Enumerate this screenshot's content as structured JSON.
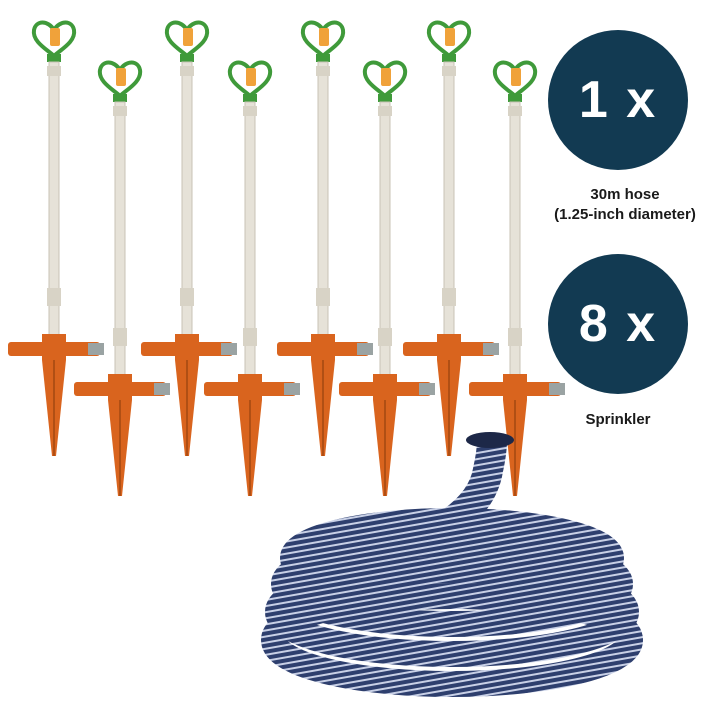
{
  "items": [
    {
      "quantity": "1 x",
      "label_line1": "30m hose",
      "label_line2": "(1.25-inch diameter)"
    },
    {
      "quantity": "8 x",
      "label_line1": "Sprinkler"
    }
  ],
  "colors": {
    "badge": "#123a52",
    "sprinkler_body": "#e6e2d8",
    "sprinkler_base": "#d9641e",
    "sprinkler_head": "#3f9a3a",
    "nozzle": "#f0a23a",
    "hose": "#2e3f6e",
    "hose_stripe": "#c8d0e6"
  },
  "icons": [
    "sprinkler-icon",
    "coiled-hose-icon"
  ]
}
